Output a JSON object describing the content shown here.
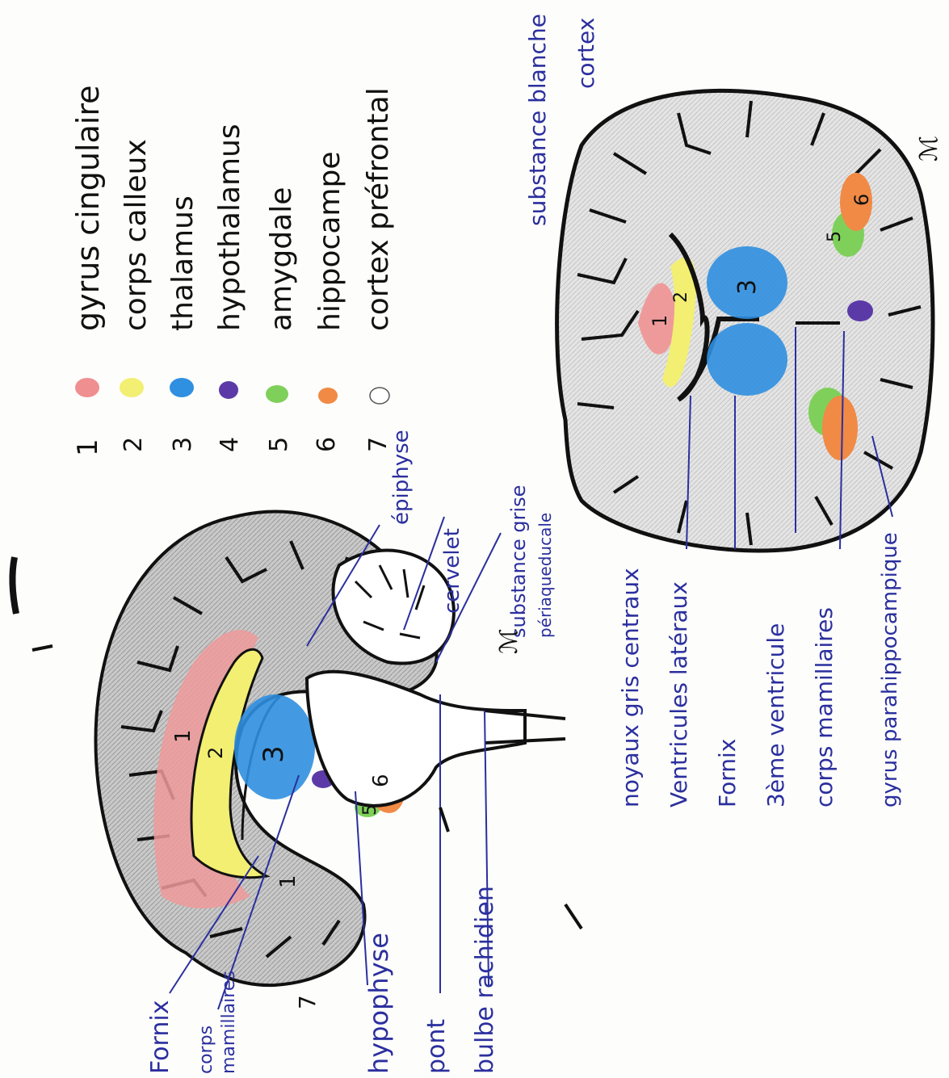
{
  "legend": {
    "items": [
      {
        "num": "1",
        "label": "gyrus cingulaire",
        "color": "#ef8f8f"
      },
      {
        "num": "2",
        "label": "corps calleux",
        "color": "#f2ef72"
      },
      {
        "num": "3",
        "label": "thalamus",
        "color": "#2f8fe0"
      },
      {
        "num": "4",
        "label": "hypothalamus",
        "color": "#5b3aa8"
      },
      {
        "num": "5",
        "label": "amygdale",
        "color": "#7fd05a"
      },
      {
        "num": "6",
        "label": "hippocampe",
        "color": "#f08a45"
      },
      {
        "num": "7",
        "label": "cortex préfrontal",
        "color": "#ffffff"
      }
    ]
  },
  "sagittal": {
    "labels": {
      "fornix": "Fornix",
      "corps_mamillaires_1": "corps",
      "corps_mamillaires_2": "mamillaires",
      "seven": "7",
      "hypophyse": "hypophyse",
      "pont": "pont",
      "bulbe": "bulbe rachidien",
      "epiphyse": "épiphyse",
      "cervelet": "cervelet",
      "substance_grise_1": "substance grise",
      "substance_grise_2": "périaqueducale",
      "sign": "ℳ"
    },
    "region_numbers": {
      "r1a": "1",
      "r1b": "1",
      "r2": "2",
      "r3": "3",
      "r5": "5",
      "r6": "6"
    }
  },
  "coronal": {
    "labels": {
      "substance_blanche": "substance blanche",
      "cortex": "cortex",
      "noyaux": "noyaux gris centraux",
      "ventricules": "Ventricules latéraux",
      "fornix": "Fornix",
      "troisieme": "3ème ventricule",
      "corps_mamillaires": "corps mamillaires",
      "gyrus_parahippo": "gyrus parahippocampique",
      "sign": "ℳ"
    },
    "region_numbers": {
      "r1": "1",
      "r2": "2",
      "r3": "3",
      "r5a": "5",
      "r6a": "6"
    }
  }
}
